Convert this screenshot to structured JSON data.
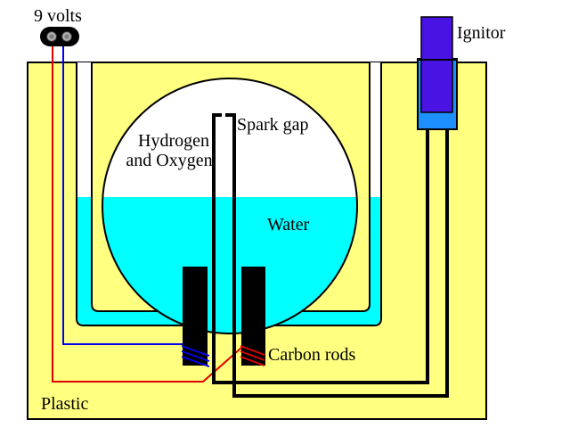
{
  "diagram": {
    "labels": {
      "battery": "9 volts",
      "ignitor": "Ignitor",
      "spark_gap": "Spark gap",
      "gas_line1": "Hydrogen",
      "gas_line2": "and Oxygen",
      "water": "Water",
      "carbon_rods": "Carbon rods",
      "plastic": "Plastic"
    },
    "colors": {
      "background": "#FFFFFF",
      "plastic": "#FFFF80",
      "water": "#00FFFF",
      "gas": "#FFFFFF",
      "outline": "#000000",
      "ignitor_base": "#1E8FFF",
      "ignitor_cap": "#4813E3",
      "carbon_rod": "#000000",
      "wire_red": "#E00000",
      "wire_blue": "#0000EE",
      "battery_connector": "#000000",
      "battery_terminal": "#ACACAC"
    }
  }
}
